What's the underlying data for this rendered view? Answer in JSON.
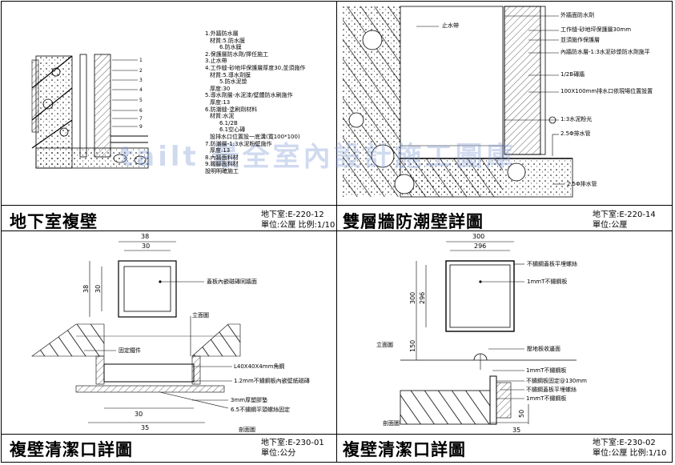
{
  "panels": [
    {
      "title": "地下室複壁",
      "code": "地下室:E-220-12",
      "unit_scale": "單位:公厘 比例:1/10",
      "notes": [
        "1.外牆防水層",
        "材質:5.防水膜",
        "6.防水膜",
        "2.保護層防水劑/擇任施工",
        "3.止水帶",
        "4.工作縫-砂地坪保護層厚度30,並須施作",
        "材質:5.導水劑膜",
        "5.防水泥漿",
        "厚度:30",
        "5.導水劑層-水泥漆/壁體防水刷施作",
        "厚度:13",
        "6.防潮縫-塗刷劑材料",
        "材質:水泥",
        "6.1/2B",
        "6.1空心磚",
        "設排水口位置設一底溝(寬100*100)",
        "7.防潮層-1:3水泥粉壁施作",
        "厚度:13",
        "8.內牆面料材",
        "9.踢腳面料材",
        "設明明確施工"
      ]
    },
    {
      "title": "雙層牆防潮壁詳圖",
      "code": "地下室:E-220-14",
      "unit_scale": "單位:公厘",
      "notes": [
        "止水帶",
        "外牆面防水劑",
        "工作縫-砂地坪保護層30mm",
        "並須施作保護層",
        "內牆防水層-1:3水泥砂漿防水劑施平",
        "1/2B磚牆",
        "100X100mm排水口依現場位置設置",
        "1:3水泥粉光",
        "2.5Φ排水管",
        "2.5Φ排水管"
      ]
    },
    {
      "title": "複壁清潔口詳圖",
      "code": "地下室:E-230-01",
      "unit_scale": "單位:公分",
      "dims": [
        "38",
        "30",
        "38",
        "30",
        "30",
        "35"
      ],
      "notes": [
        "蓋板內嵌磁磚同牆面",
        "立面圖",
        "固定鐵件",
        "L40X40X4mm角鋼",
        "1.2mm不鏽鋼板內嵌壁紙磁磚",
        "3mm厚塑膠墊",
        "6.5不鏽鋼平頭螺絲固定",
        "剖面圖"
      ]
    },
    {
      "title": "複壁清潔口詳圖",
      "code": "地下室:E-230-02",
      "unit_scale": "單位:公厘 比例:1/10",
      "dims": [
        "300",
        "296",
        "300",
        "296",
        "150",
        "35",
        "50"
      ],
      "notes": [
        "不鏽鋼蓋板平埋螺絲",
        "1mmT不鏽鋼板",
        "立面圖",
        "壓地板收邊面",
        "1mmT不鏽鋼板",
        "不鏽鋼板固定@130mm",
        "不鏽鋼蓋板平埋螺絲",
        "1mmT不鏽鋼板",
        "剖面圖"
      ]
    }
  ],
  "watermark": "tailt 最全室內設計施工圖庫"
}
